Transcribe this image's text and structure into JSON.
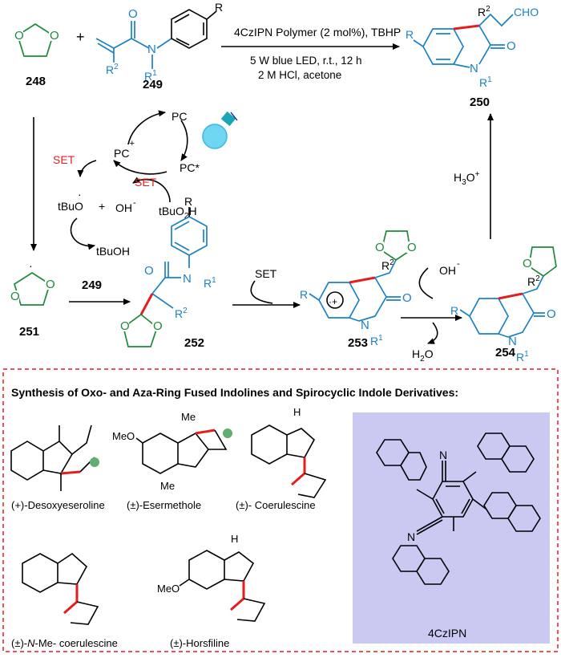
{
  "scheme": {
    "conditions_top": "4CzIPN Polymer (2 mol%), TBHP",
    "conditions_bottom_1": "5 W blue LED, r.t., 12 h",
    "conditions_bottom_2": "2 M HCl, acetone",
    "cmp_248": "248",
    "cmp_249": "249",
    "cmp_250": "250",
    "cmp_249_reagent": "249",
    "cmp_251": "251",
    "cmp_252": "252",
    "cmp_253": "253",
    "cmp_254": "254",
    "plus": "+",
    "R": "R",
    "R1": "R1",
    "R2": "R2",
    "N": "N",
    "O": "O",
    "CHO": "CHO",
    "PC": "PC",
    "PC_radical_cation": "PC",
    "PC_excited": "PC*",
    "SET": "SET",
    "tBuO": "tBuO",
    "OH_minus": "OH",
    "tBuO2H": "tBuO2H",
    "tBuOH": "tBuOH",
    "H3O_plus": "H3O+",
    "H2O": "H2O",
    "OH_minus_2": "OH"
  },
  "box": {
    "title": "Synthesis of Oxo- and Aza-Ring Fused Indolines and Spirocyclic Indole Derivatives:",
    "desoxyeseroline": "(+)-Desoxyeseroline",
    "esermethole": "(±)-Esermethole",
    "coerulescine": "(±)- Coerulescine",
    "n_me_coerulescine_prefix": "(±)-",
    "n_me_coerulescine_n": "N",
    "n_me_coerulescine_suffix": "-Me- coerulescine",
    "horsfiline": "(±)-Horsfiline",
    "catalyst": "4CzIPN",
    "MeO": "MeO",
    "Me": "Me",
    "H": "H",
    "CN": "N"
  },
  "colors": {
    "green": "#1d8a3c",
    "blue": "#1b82c4",
    "red": "#e41e1e",
    "panel": "#c9c9f2",
    "dash": "#e41e1e"
  }
}
